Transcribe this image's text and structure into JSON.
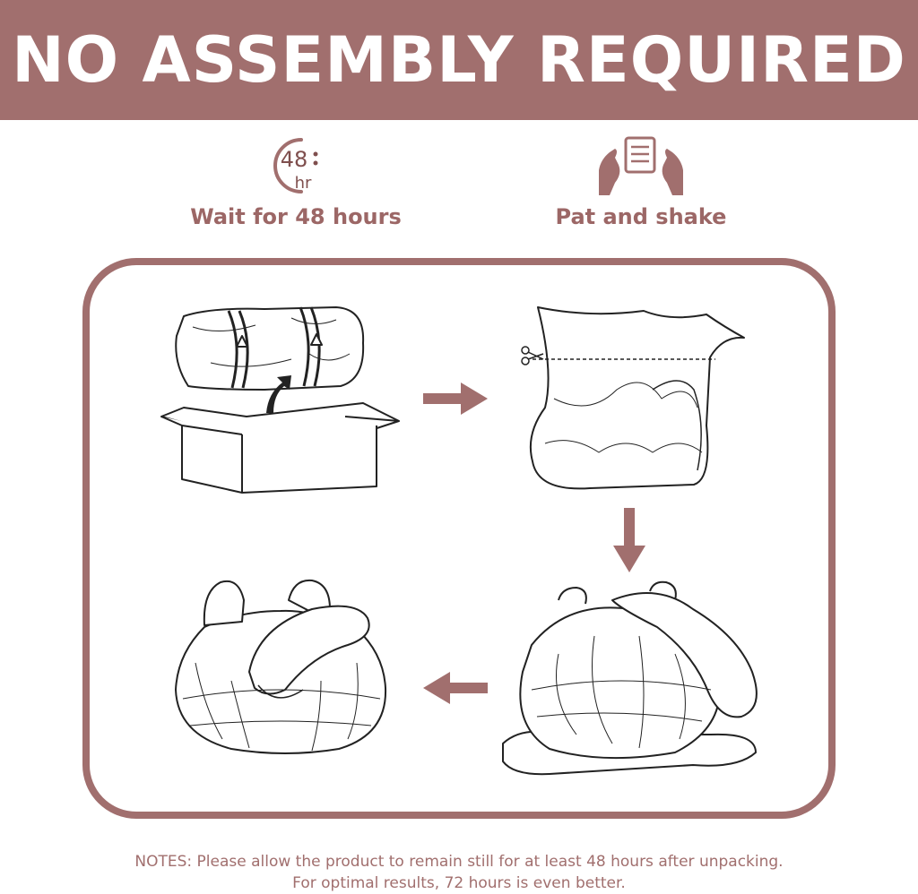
{
  "banner": {
    "title": "NO ASSEMBLY REQUIRED"
  },
  "features": [
    {
      "icon": "clock-48hr-icon",
      "icon_number": "48",
      "icon_unit": "hr",
      "label": "Wait for 48 hours"
    },
    {
      "icon": "hands-pat-shake-icon",
      "label": "Pat and shake"
    }
  ],
  "steps": [
    {
      "illustration": "unbox-rolled-product"
    },
    {
      "illustration": "cut-open-packaging"
    },
    {
      "illustration": "unfolding-product"
    },
    {
      "illustration": "fully-expanded-product"
    }
  ],
  "notes": {
    "line1": "NOTES: Please allow the product to remain still for at least 48 hours after unpacking.",
    "line2": "For optimal results, 72 hours is even better."
  },
  "colors": {
    "accent": "#a16f6e",
    "text_accent": "#9c6766",
    "line_art": "#222222"
  }
}
